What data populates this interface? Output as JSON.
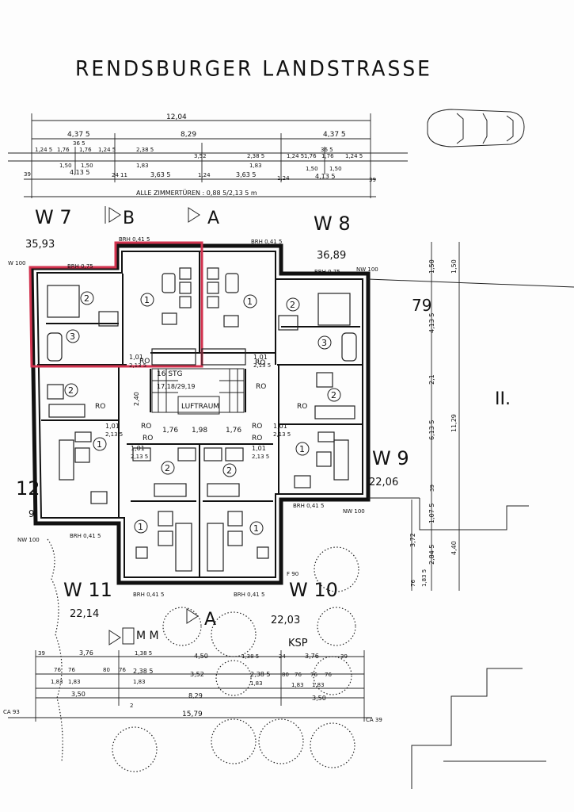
{
  "title": "RENDSBURGER LANDSTRASSE",
  "highlight_color": "#d2334f",
  "units": [
    {
      "id": "W 7",
      "area": "35,93"
    },
    {
      "id": "W 8",
      "area": "36,89"
    },
    {
      "id": "W 9",
      "area": "22,06"
    },
    {
      "id": "W 10",
      "area": "22,03"
    },
    {
      "id": "W 11",
      "area": "22,14"
    },
    {
      "id": "12",
      "area": "9"
    }
  ],
  "section_markers": [
    "B",
    "A",
    "A"
  ],
  "labels": {
    "doors_note": "ALLE ZIMMERTÜREN : 0,88 5/2,13 5 m",
    "stair": "16 STG",
    "stair_ratio": "17,18/29,19",
    "void": "LUFTRAUM",
    "ksp": "KSP",
    "floor_mark": "II.",
    "mm": "M M",
    "f90": "F 90",
    "ca93": "CA 93",
    "ca39": "CA 39",
    "brh_q415": "BRH 0,41 5",
    "brh_075": "BRH 0,75",
    "nw100": "NW 100",
    "w100": "W 100",
    "ro": "RO",
    "door_101": "1,01",
    "door_213": "2,13 5",
    "mid_dims": [
      "1,76",
      "1,98",
      "1,76"
    ],
    "stair_2_40": "2,40"
  },
  "dims_top": {
    "overall": "12,04",
    "row2": [
      "4,37 5",
      "8,29",
      "4,37 5"
    ],
    "row3_left": [
      "1,24 5",
      "1,76",
      "1,76",
      "1,24 5",
      "2,38 5",
      "3,52",
      "2,38 5",
      "1,24 5",
      "1,76",
      "1,76",
      "1,24 5"
    ],
    "row3_sub": [
      "36 5",
      "36 5",
      "1,50",
      "1,50",
      "1,83",
      "1,83",
      "1,50",
      "1,50"
    ],
    "row4": [
      "39",
      "4,13 5",
      "24",
      "11",
      "3,63 5",
      "1,24",
      "3,63 5",
      "1,24",
      "4,13 5",
      "39"
    ]
  },
  "dims_bottom": {
    "row1": [
      "39",
      "3,76",
      "1,38 5",
      "4,50",
      "1,38 5",
      "24",
      "3,76",
      "39"
    ],
    "row2": [
      "76",
      "76",
      "80",
      "76",
      "2,38 5",
      "3,52",
      "2,38 5",
      "80",
      "76",
      "76",
      "76"
    ],
    "row2b": [
      "1,83",
      "1,83",
      "1,83",
      "1,83",
      "1,83",
      "1,83"
    ],
    "row3": [
      "3,50",
      "8,29",
      "3,50"
    ],
    "overall": "15,79",
    "tick": "2"
  },
  "dims_right": [
    "1,50",
    "1,50",
    "79",
    "4,13 5",
    "2,1",
    "6,13 5",
    "11,29",
    "39",
    "1,07 5",
    "3,72",
    "2,84 5",
    "4,40",
    "76",
    "1,83 5"
  ]
}
